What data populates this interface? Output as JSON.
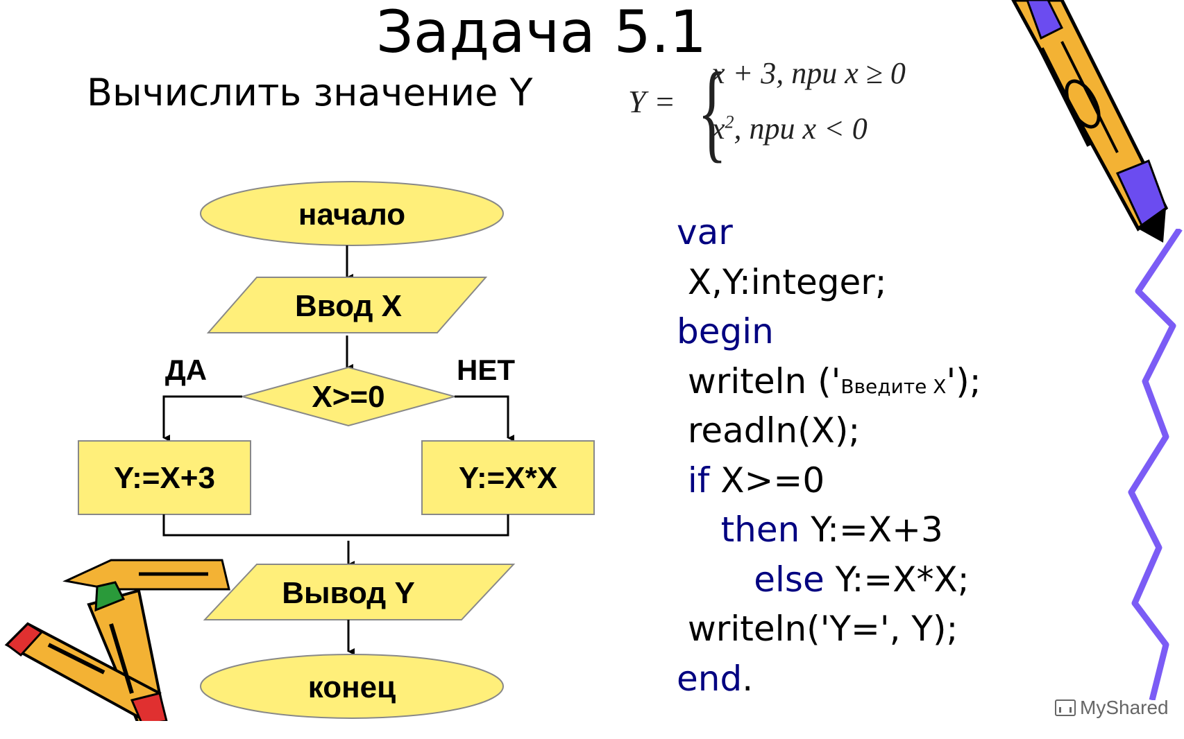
{
  "title": "Задача 5.1",
  "subtitle": "Вычислить значение Y",
  "formula": {
    "lhs": "Y =",
    "case1": "x + 3, при x ≥ 0",
    "case2_base": "x",
    "case2_exp": "2",
    "case2_rest": ", при x < 0"
  },
  "flowchart": {
    "start": "начало",
    "input": "Ввод X",
    "condition": "X>=0",
    "yes_label": "ДА",
    "no_label": "НЕТ",
    "yes_action": "Y:=X+3",
    "no_action": "Y:=X*X",
    "output": "Вывод Y",
    "end": "конец"
  },
  "code": {
    "line1_kw": "var",
    "line2": " X,Y:integer;",
    "line3_kw": "begin",
    "line4_pre": " writeln ('",
    "line4_small": "Введите X",
    "line4_post": "');",
    "line5": " readln(X);",
    "line6_kw": " if",
    "line6_rest": " X>=0",
    "line7_indent": "    ",
    "line7_kw": "then",
    "line7_rest": " Y:=X+3",
    "line8_indent": "       ",
    "line8_kw": "else",
    "line8_rest": " Y:=X*X;",
    "line9": " writeln('Y=', Y);",
    "line10_kw": "end",
    "line10_rest": "."
  },
  "watermark": "MyShared",
  "colors": {
    "shape_fill": "#ffef7a",
    "keyword": "#000080",
    "pencil_body": "#f3b234",
    "pencil_stripe": "#6b4cf0",
    "squiggle": "#7b5cf5"
  },
  "decorations": {
    "top_right": "pencil-icon",
    "bottom_left": "pencils-icon",
    "right_edge": "squiggle-line"
  }
}
